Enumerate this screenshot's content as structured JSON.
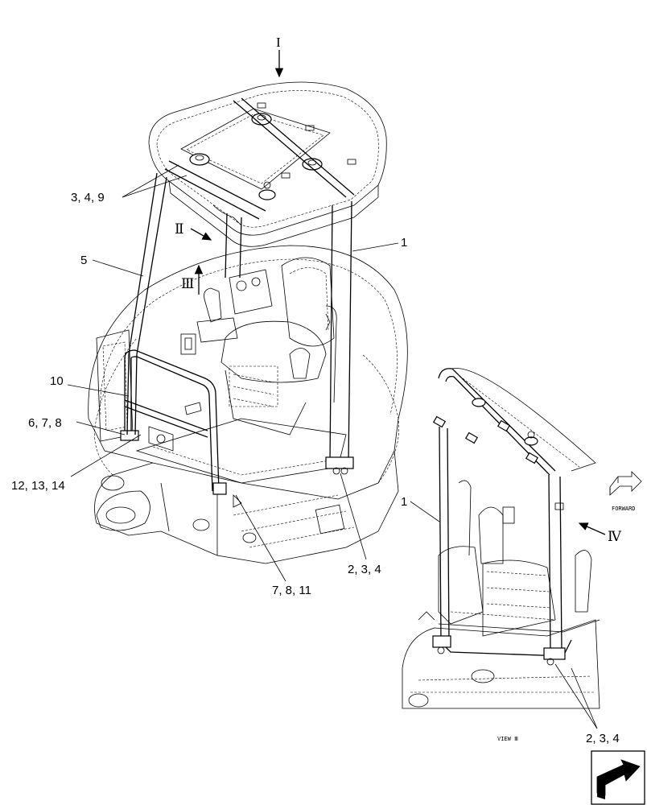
{
  "labels": {
    "view_i": "I",
    "view_ii": "Ⅱ",
    "view_iii": "Ⅲ",
    "view_iv": "Ⅳ",
    "callout_3_4_9": "3, 4, 9",
    "callout_1_top": "1",
    "callout_5": "5",
    "callout_10": "10",
    "callout_6_7_8": "6, 7, 8",
    "callout_12_13_14": "12, 13, 14",
    "callout_2_3_4_main": "2, 3, 4",
    "callout_7_8_11": "7, 8, 11",
    "callout_1_detail": "1",
    "callout_2_3_4_detail": "2, 3, 4",
    "forward": "FORWARD",
    "view_caption": "VIEW Ⅲ"
  },
  "icons": {
    "forward_arrow": "forward-arrow-icon",
    "page_turn": "page-turn-arrow-icon"
  }
}
